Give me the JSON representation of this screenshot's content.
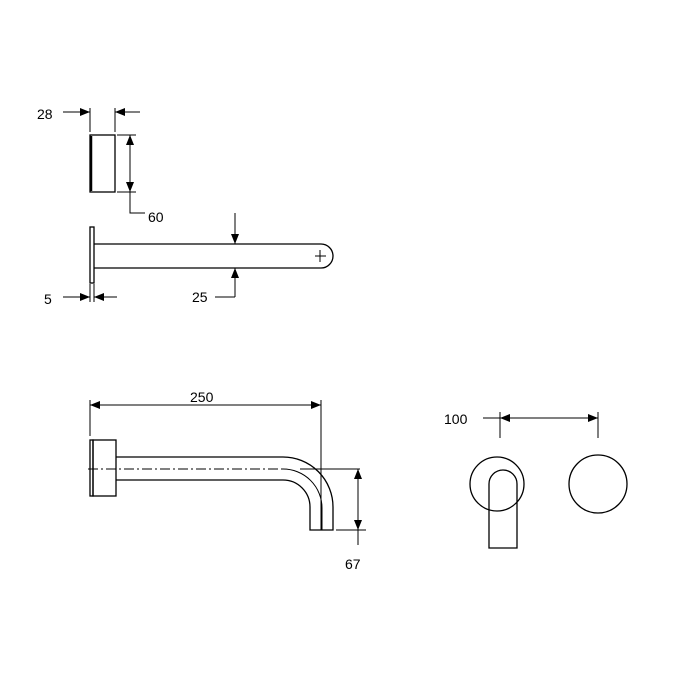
{
  "dimensions": {
    "handle_width": "28",
    "handle_height": "60",
    "plate_thickness": "5",
    "spout_diameter": "25",
    "spout_length": "250",
    "spout_drop": "67",
    "centre_distance": "100"
  },
  "colors": {
    "line": "#000000",
    "background": "#ffffff"
  }
}
